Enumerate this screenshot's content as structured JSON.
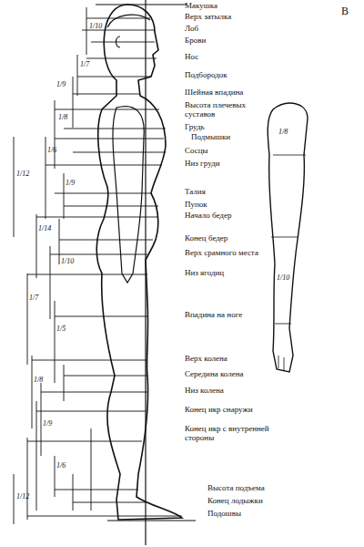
{
  "diagram": {
    "labels": [
      "В",
      "Макушка",
      "Верх затылка",
      "Лоб",
      "Брови",
      "Нос",
      "Подбородок",
      "Шейная впадина",
      "Высота плечевых суставов",
      "Грудь",
      "Подмышки",
      "Сосцы",
      "Низ груди",
      "Талия",
      "Пупок",
      "Начало бедер",
      "Конец бедер",
      "Верх срамного места",
      "Низ ягодиц",
      "Впадина на ноге",
      "Верх колена",
      "Середина колена",
      "Низ колена",
      "Конец икр снаружи",
      "Конец икр с внутренней стороны",
      "Высота подъема",
      "Конец лодыжки",
      "Подошвы",
      "1/10",
      "1/7",
      "1/9",
      "1/8",
      "1/12",
      "1/6",
      "1/9",
      "1/14",
      "1/10",
      "1/7",
      "1/5",
      "1/8",
      "1/9",
      "1/6",
      "1/12",
      "1/8",
      "1/10"
    ]
  }
}
